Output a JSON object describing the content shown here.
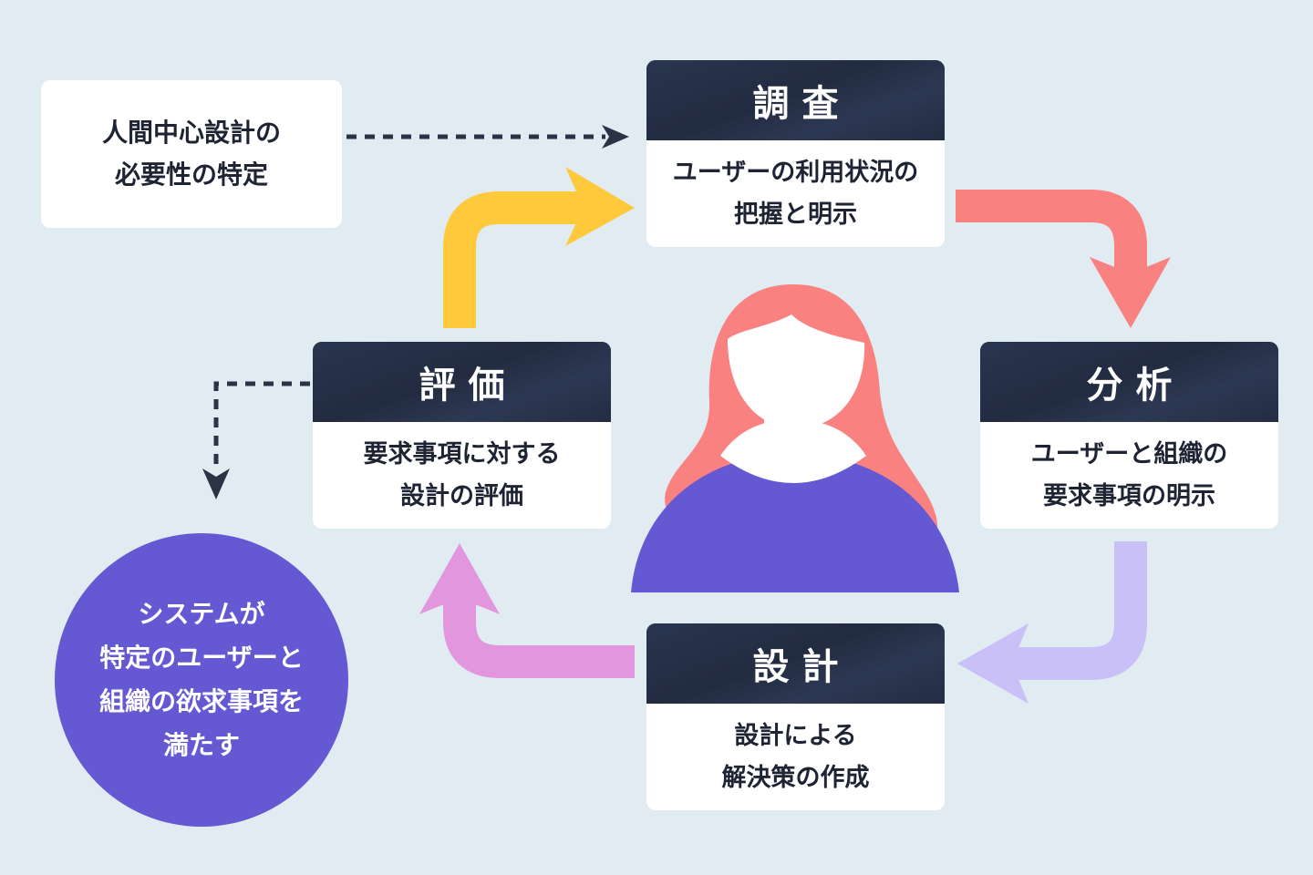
{
  "start_note": "人間中心設計の\n必要性の特定",
  "goal": "システムが\n特定のユーザーと\n組織の欲求事項を\n満たす",
  "steps": {
    "research": {
      "title": "調査",
      "desc": "ユーザーの利用状況の\n把握と明示"
    },
    "analysis": {
      "title": "分析",
      "desc": "ユーザーと組織の\n要求事項の明示"
    },
    "design": {
      "title": "設計",
      "desc": "設計による\n解決策の作成"
    },
    "evaluation": {
      "title": "評価",
      "desc": "要求事項に対する\n設計の評価"
    }
  },
  "colors": {
    "background": "#e1ebf2",
    "card_header": "#263048",
    "arrow_research_to_analysis": "#f98180",
    "arrow_analysis_to_design": "#c9c0f8",
    "arrow_design_to_evaluation": "#e196de",
    "arrow_evaluation_to_research": "#fec93a",
    "goal_circle": "#6558d3",
    "person_hair": "#f98180",
    "person_body": "#6558d3",
    "dotted_arrow": "#2b3346"
  },
  "icons": [
    "person-illustration",
    "dotted-arrow",
    "cycle-arrow"
  ]
}
